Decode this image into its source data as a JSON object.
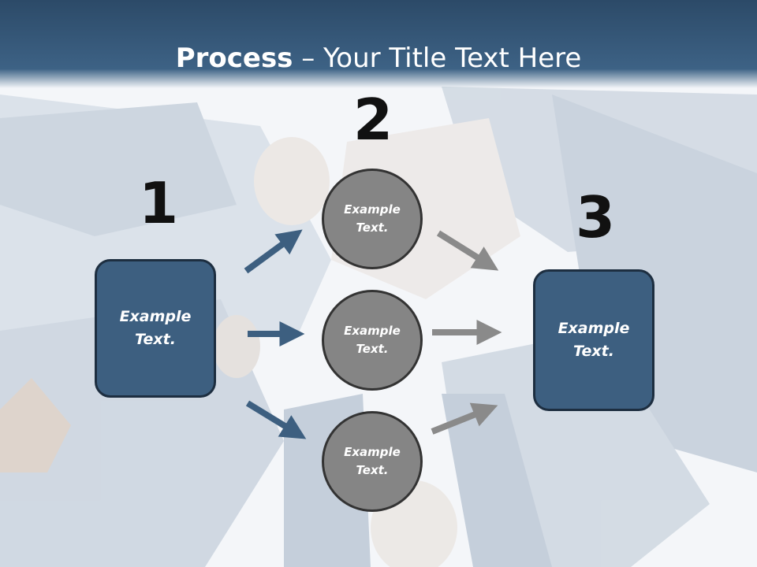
{
  "header": {
    "title_bold": "Process",
    "title_rest": " – Your Title Text Here"
  },
  "steps": {
    "num1": "1",
    "num2": "2",
    "num3": "3"
  },
  "left_box": {
    "text": "Example\nText."
  },
  "right_box": {
    "text": "Example\nText."
  },
  "circles": [
    {
      "text": "Example\nText."
    },
    {
      "text": "Example\nText."
    },
    {
      "text": "Example\nText."
    }
  ],
  "colors": {
    "header": "#3d6285",
    "box": "#3d5f80",
    "circle": "#858585",
    "arrow_dark": "#3d5f80",
    "arrow_gray": "#8a8a8a"
  },
  "background": {
    "description_icon": "team-huddle-photo"
  }
}
